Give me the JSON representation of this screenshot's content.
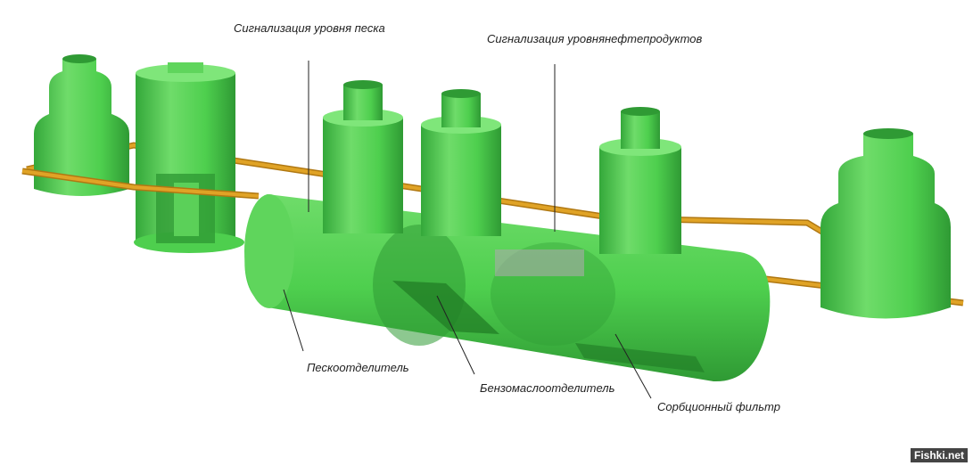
{
  "labels": {
    "sand_alarm": "Сигнализация уровня песка",
    "oil_alarm": "Сигнализация уровнянефтепродуктов",
    "sand_separator": "Пескоотделитель",
    "oil_separator": "Бензомаслоотделитель",
    "sorption_filter": "Сорбционный фильтр"
  },
  "watermark": "Fishki.net",
  "colors": {
    "tank": "#4ecf4e",
    "tank_dark": "#2f9a34",
    "tank_light": "#7fe67a",
    "pipe": "#e0a326",
    "pipe_dark": "#b07812"
  }
}
